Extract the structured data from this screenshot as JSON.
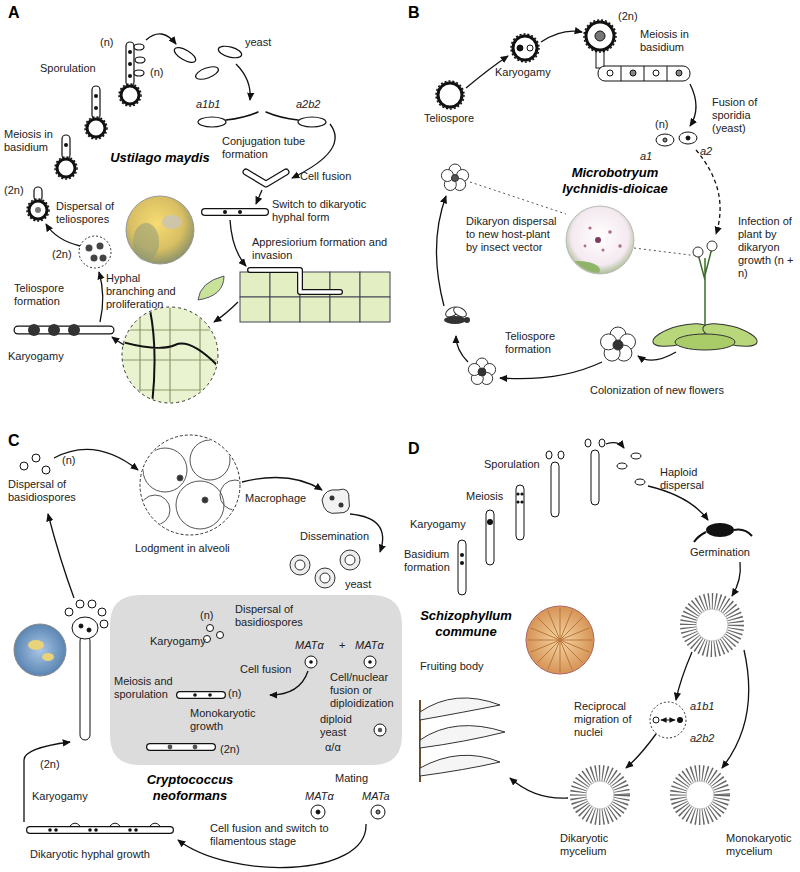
{
  "diagram": {
    "nodes": [
      {
        "text": [
          "(n)",
          "Dispersal of basidiospores",
          "MATα",
          "+",
          "MATα",
          "Cell fusion",
          "Cell/nuclear fusion or diploidization",
          "Karyogamy",
          "(n)",
          "Monokaryotic growth",
          "diploid yeast",
          "α/α",
          "(2n)",
          "Meiosis and sporulation"
        ]
      }
    ],
    "labels": [
      "A",
      "(n)",
      "Sporulation",
      "yeast",
      "(n)",
      "a1b1",
      "Conjugation tube formation",
      "a2b2",
      "Cell fusion",
      "Switch to dikaryotic hyphal form",
      "Ustilago maydis",
      "Meiosis in basidium",
      "(2n)",
      "Dispersal of teliospores",
      "(2n)",
      "Appresiorium formation and invasion",
      "Teliospore formation",
      "Hyphal branching and proliferation",
      "Karyogamy",
      "B",
      "(2n)",
      "Karyogamy",
      "Meiosis in basidium",
      "Teliospore",
      "Fusion of sporidia (yeast)",
      "(n)",
      "a2",
      "a1",
      "Microbotryum lychnidis-dioicae",
      "Dikaryon dispersal to new host-plant by insect vector",
      "Infection of plant by dikaryon growth (n + n)",
      "Teliospore formation",
      "Colonization of new flowers",
      "C",
      "(n)",
      "Dispersal of basidiospores",
      "Macrophage",
      "Lodgment in alveoli",
      "Dissemination",
      "yeast",
      "(2n)",
      "Karyogamy",
      "Cryptococcus neoformans",
      "Mating",
      "MATα",
      "MATa",
      "Cell fusion and switch to filamentous stage",
      "Dikaryotic hyphal growth",
      "D",
      "Karyogamy",
      "Meiosis",
      "Sporulation",
      "Haploid dispersal",
      "Germination",
      "Basidium formation",
      "Schizophyllum commune",
      "Fruiting body",
      "Reciprocal migration of nuclei",
      "a1b1",
      "a2b2",
      "Dikaryotic mycelium",
      "Monokaryotic mycelium"
    ]
  }
}
